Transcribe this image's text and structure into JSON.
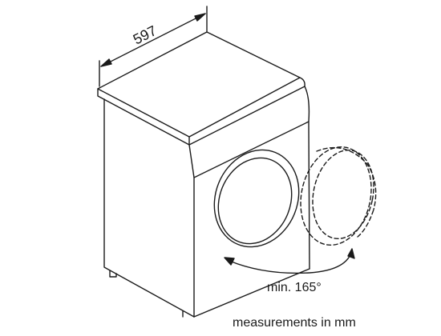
{
  "dimensions": {
    "width_label": "597",
    "angle_label": "min. 165°"
  },
  "caption": "measurements in mm",
  "colors": {
    "line": "#1a1a1a",
    "background": "#ffffff"
  }
}
